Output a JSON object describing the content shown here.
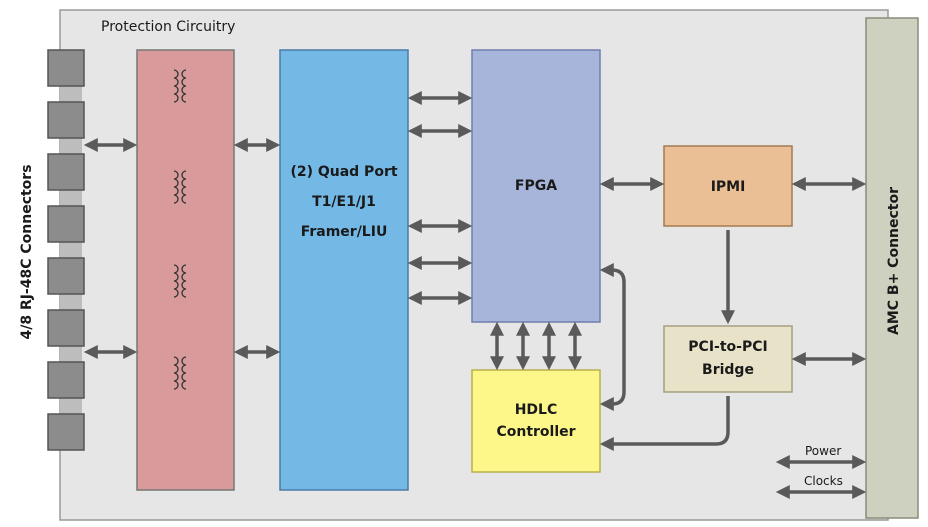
{
  "title": "Protection Circuitry",
  "left_label": "4/8 RJ-48C Connectors",
  "right_label": "AMC B+ Connector",
  "blocks": {
    "framer": [
      "(2) Quad Port",
      "T1/E1/J1",
      "Framer/LIU"
    ],
    "fpga": "FPGA",
    "ipmi": "IPMI",
    "pci_bridge": [
      "PCI-to-PCI",
      "Bridge"
    ],
    "hdlc": [
      "HDLC",
      "Controller"
    ]
  },
  "signals": {
    "power": "Power",
    "clocks": "Clocks"
  },
  "colors": {
    "board": "#e6e6e6",
    "board_border": "#9a9a9a",
    "connector": "#8c8c8c",
    "protection": "#d89a9a",
    "framer": "#74b8e6",
    "fpga": "#a7b5da",
    "ipmi": "#ebbf96",
    "pci_bridge": "#e8e2c8",
    "hdlc": "#fdf78a",
    "amc": "#cfd1c0",
    "arrow": "#5a5a5a"
  }
}
